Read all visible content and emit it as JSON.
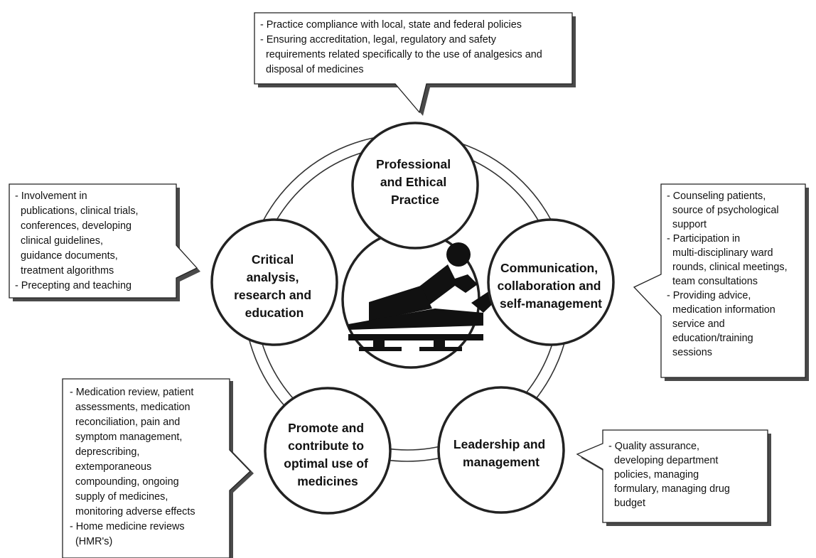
{
  "diagram": {
    "center_icon": "patient-in-hospital-bed-icon",
    "nodes": [
      {
        "id": "professional",
        "lines": [
          "Professional",
          "and Ethical",
          "Practice"
        ]
      },
      {
        "id": "communication",
        "lines": [
          "Communication,",
          "collaboration and",
          "self-management"
        ]
      },
      {
        "id": "leadership",
        "lines": [
          "Leadership and",
          "management"
        ]
      },
      {
        "id": "medicines",
        "lines": [
          "Promote and",
          "contribute to",
          "optimal use of",
          "medicines"
        ]
      },
      {
        "id": "critical",
        "lines": [
          "Critical",
          "analysis,",
          "research and",
          "education"
        ]
      }
    ],
    "callouts": {
      "top": [
        "- Practice compliance with local, state and federal policies",
        "- Ensuring accreditation, legal, regulatory and safety",
        "  requirements related specifically to the use of analgesics and",
        "  disposal of medicines"
      ],
      "right": [
        "- Counseling patients,",
        "  source of psychological",
        "  support",
        "- Participation in",
        "  multi-disciplinary ward",
        "  rounds, clinical meetings,",
        "  team consultations",
        "- Providing advice,",
        "  medication information",
        "  service and",
        "  education/training",
        "  sessions"
      ],
      "bottom_right": [
        "- Quality assurance,",
        "  developing department",
        "  policies, managing",
        "  formulary, managing drug",
        "  budget"
      ],
      "bottom_left": [
        "- Medication review, patient",
        "  assessments, medication",
        "  reconciliation, pain and",
        "  symptom management,",
        "  deprescribing,",
        "  extemporaneous",
        "  compounding, ongoing",
        "  supply of medicines,",
        "  monitoring adverse effects",
        "- Home medicine reviews",
        "  (HMR's)"
      ],
      "left": [
        "- Involvement in",
        "  publications, clinical trials,",
        "  conferences, developing",
        "  clinical guidelines,",
        "  guidance documents,",
        "  treatment algorithms",
        "- Precepting and teaching"
      ]
    }
  }
}
